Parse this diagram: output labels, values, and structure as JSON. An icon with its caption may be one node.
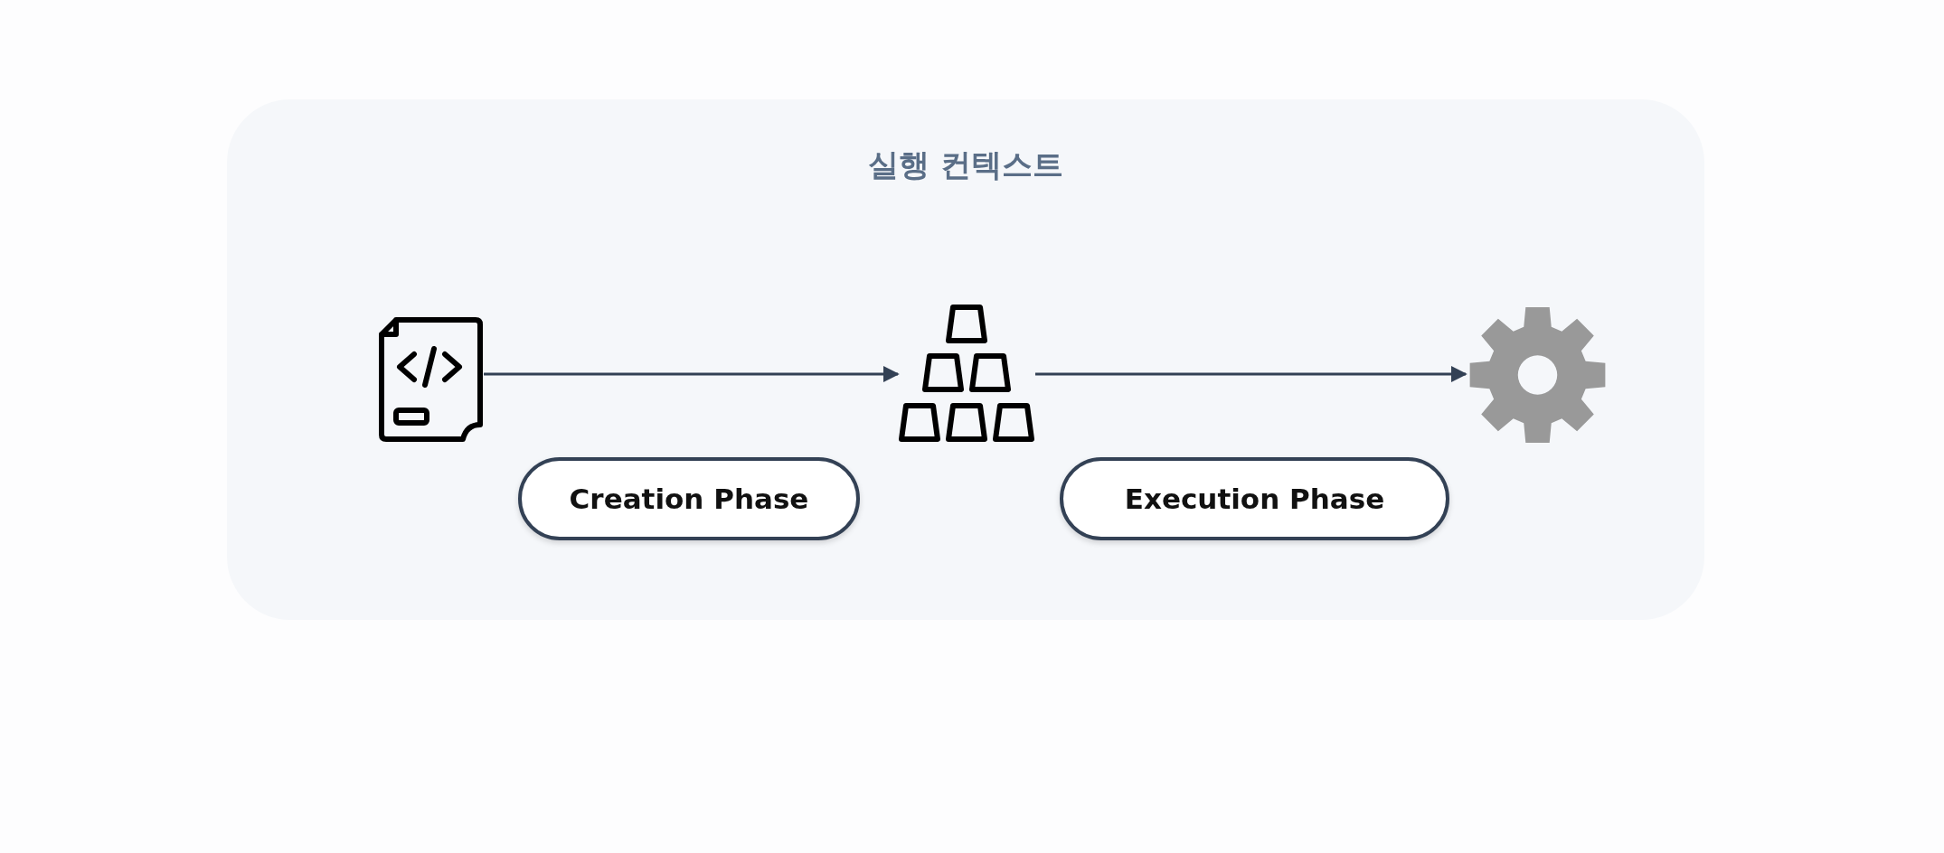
{
  "diagram": {
    "nodes": [
      {
        "text": [
          "실행 컨텍스트"
        ]
      },
      {
        "text": [],
        "shape": "picture",
        "in": 0
      },
      {
        "text": [],
        "shape": "picture",
        "in": 0
      },
      {
        "text": [],
        "shape": "picture",
        "in": 0
      },
      {
        "text": [
          "Creation Phase"
        ],
        "in": 0
      },
      {
        "text": [
          "Execution Phase"
        ],
        "in": 0
      }
    ],
    "edges": [
      {
        "from": 1,
        "to": 2,
        "arrow": "to"
      },
      {
        "from": 2,
        "to": 3,
        "arrow": "to"
      }
    ]
  }
}
